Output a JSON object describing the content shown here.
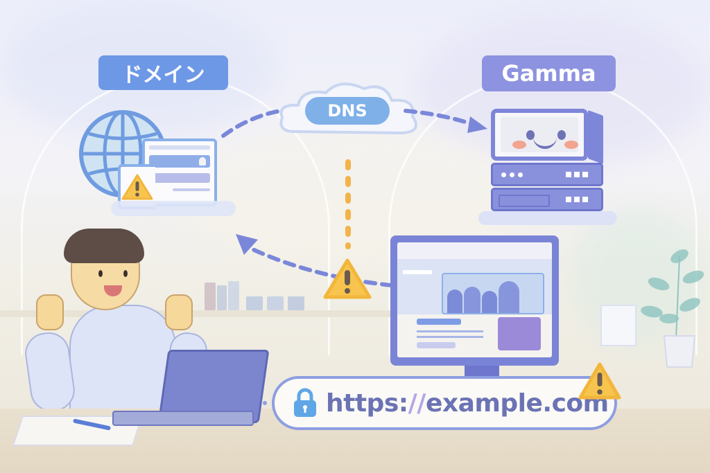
{
  "scene": {
    "description": "Illustration of a domain connected to Gamma through DNS, with an HTTPS URL bar and warning indicators",
    "colors": {
      "domain_label": "#6d98e6",
      "gamma_label": "#8d93e0",
      "dns_pill": "#7fb0e8",
      "server": "#7d86d8",
      "warning": "#f7c54e",
      "url_text": "#6b73b4",
      "lock": "#5fa6e6",
      "arrow": "#7a87d9",
      "dotted_line": "#f3b24a"
    }
  },
  "labels": {
    "domain": "ドメイン",
    "gamma": "Gamma",
    "dns": "DNS"
  },
  "url_bar": {
    "scheme": "https:",
    "slashes": "//",
    "host": "example.com",
    "lock_icon": "lock-icon",
    "warning_icon": "warning-icon"
  },
  "icons": {
    "globe": "globe-icon",
    "browser_window": "browser-window-icon",
    "server": "server-icon",
    "cloud": "cloud-icon",
    "warning": "warning-icon",
    "monitor": "monitor-icon",
    "laptop": "laptop-icon",
    "plant": "plant-icon"
  },
  "warning_mark": "!"
}
